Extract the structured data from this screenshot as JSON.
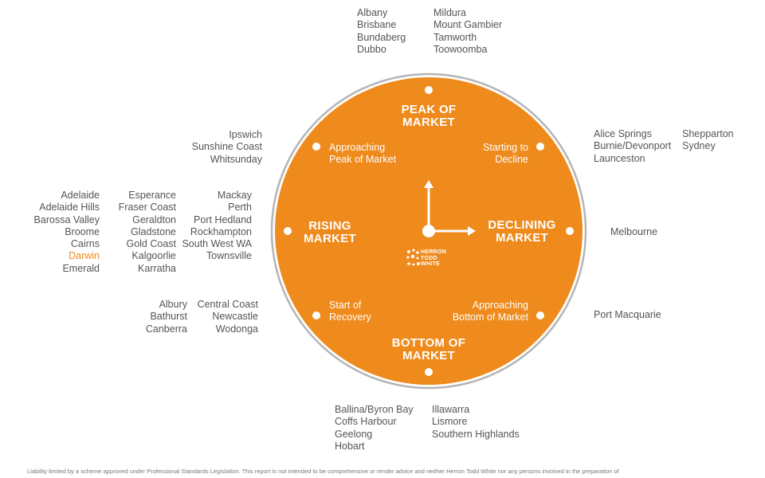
{
  "phases": {
    "peak": [
      "PEAK OF",
      "MARKET"
    ],
    "rising": [
      "RISING",
      "MARKET"
    ],
    "declining": [
      "DECLINING",
      "MARKET"
    ],
    "bottom": [
      "BOTTOM OF",
      "MARKET"
    ]
  },
  "sub_phases": {
    "approaching_peak": [
      "Approaching",
      "Peak of Market"
    ],
    "starting_decline": [
      "Starting to",
      "Decline"
    ],
    "start_recovery": [
      "Start of",
      "Recovery"
    ],
    "approaching_bottom": [
      "Approaching",
      "Bottom of Market"
    ]
  },
  "logo_text": [
    "HERRON",
    "TODD",
    "WHITE"
  ],
  "colors": {
    "accent": "#ef8a1c",
    "ring": "#b5b5b5",
    "text": "#555555",
    "highlight": "#ef8a1c"
  },
  "highlighted_city": "Darwin",
  "locations": {
    "peak_left": [
      "Albany",
      "Brisbane",
      "Bundaberg",
      "Dubbo"
    ],
    "peak_right": [
      "Mildura",
      "Mount Gambier",
      "Tamworth",
      "Toowoomba"
    ],
    "approaching_peak": [
      "Ipswich",
      "Sunshine Coast",
      "Whitsunday"
    ],
    "starting_decline_left": [
      "Alice Springs",
      "Burnie/Devonport",
      "Launceston"
    ],
    "starting_decline_right": [
      "Shepparton",
      "Sydney"
    ],
    "rising_col1": [
      "Adelaide",
      "Adelaide Hills",
      "Barossa Valley",
      "Broome",
      "Cairns",
      "Darwin",
      "Emerald"
    ],
    "rising_col2": [
      "Esperance",
      "Fraser Coast",
      "Geraldton",
      "Gladstone",
      "Gold Coast",
      "Kalgoorlie",
      "Karratha"
    ],
    "rising_col3": [
      "Mackay",
      "Perth",
      "Port Hedland",
      "Rockhampton",
      "South West WA",
      "Townsville"
    ],
    "declining": [
      "Melbourne"
    ],
    "start_recovery_left": [
      "Albury",
      "Bathurst",
      "Canberra"
    ],
    "start_recovery_right": [
      "Central Coast",
      "Newcastle",
      "Wodonga"
    ],
    "approaching_bottom": [
      "Port Macquarie"
    ],
    "bottom_left": [
      "Ballina/Byron Bay",
      "Coffs Harbour",
      "Geelong",
      "Hobart"
    ],
    "bottom_right": [
      "Illawarra",
      "Lismore",
      "Southern Highlands"
    ]
  },
  "footer": "Liability limited by a scheme approved under Professional Standards Legislation. This report is not intended to be comprehensive or render advice and neither Herron Todd White nor any persons involved in the preparation of"
}
